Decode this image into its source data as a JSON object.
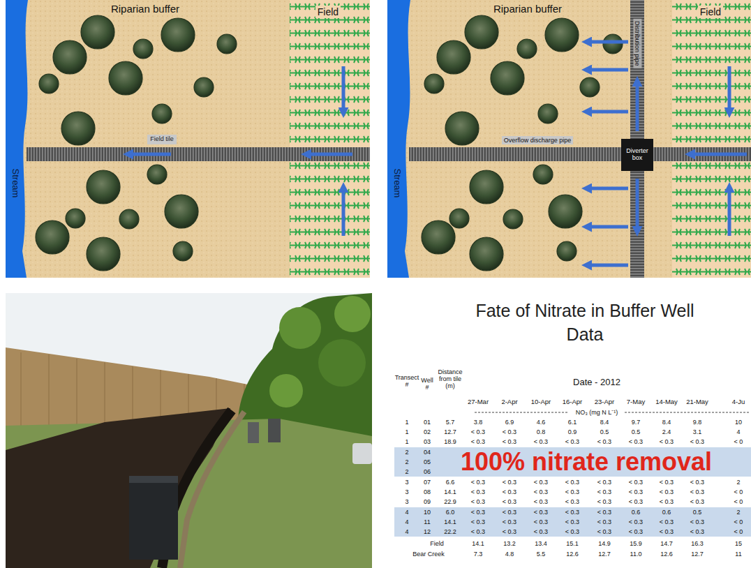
{
  "diagram": {
    "nodes": [
      {
        "text": [
          "Field tile"
        ]
      },
      {
        "text": [
          "Diverter box"
        ]
      }
    ],
    "labels": [
      "Riparian buffer",
      "Field",
      "Stream",
      "Riparian buffer",
      "Field",
      "Stream",
      "Distribution pipe",
      "Overflow discharge pipe",
      "Fate of Nitrate in Buffer Well Data",
      "Transect #",
      "Well #",
      "Distance from tile (m)",
      "Date - 2012",
      "27-Mar",
      "2-Apr",
      "10-Apr",
      "16-Apr",
      "23-Apr",
      "7-May",
      "14-May",
      "21-May",
      "4-Ju",
      "NO₃ (mg N L⁻¹)",
      "1",
      "01",
      "5.7",
      "3.8",
      "6.9",
      "4.6",
      "6.1",
      "8.4",
      "9.7",
      "8.4",
      "9.8",
      "10",
      "1",
      "02",
      "12.7",
      "< 0.3",
      "< 0.3",
      "0.8",
      "0.9",
      "0.5",
      "0.5",
      "2.4",
      "3.1",
      "4",
      "1",
      "03",
      "18.9",
      "< 0.3",
      "< 0.3",
      "< 0.3",
      "< 0.3",
      "< 0.3",
      "< 0.3",
      "< 0.3",
      "< 0.3",
      "< 0",
      "2",
      "04",
      "2",
      "05",
      "2",
      "06",
      "3",
      "07",
      "6.6",
      "< 0.3",
      "< 0.3",
      "< 0.3",
      "< 0.3",
      "< 0.3",
      "< 0.3",
      "< 0.3",
      "< 0.3",
      "2",
      "3",
      "08",
      "14.1",
      "< 0.3",
      "< 0.3",
      "< 0.3",
      "< 0.3",
      "< 0.3",
      "< 0.3",
      "< 0.3",
      "< 0.3",
      "< 0",
      "3",
      "09",
      "22.9",
      "< 0.3",
      "< 0.3",
      "< 0.3",
      "< 0.3",
      "< 0.3",
      "< 0.3",
      "< 0.3",
      "< 0.3",
      "< 0",
      "4",
      "10",
      "6.0",
      "< 0.3",
      "< 0.3",
      "< 0.3",
      "< 0.3",
      "< 0.3",
      "0.6",
      "0.6",
      "0.5",
      "2",
      "4",
      "11",
      "14.1",
      "< 0.3",
      "< 0.3",
      "< 0.3",
      "< 0.3",
      "< 0.3",
      "< 0.3",
      "< 0.3",
      "< 0.3",
      "< 0",
      "4",
      "12",
      "22.2",
      "< 0.3",
      "< 0.3",
      "< 0.3",
      "< 0.3",
      "< 0.3",
      "< 0.3",
      "< 0.3",
      "< 0.3",
      "< 0",
      "Field",
      "14.1",
      "13.2",
      "13.4",
      "15.1",
      "14.9",
      "15.9",
      "14.7",
      "16.3",
      "15",
      "Bear Creek",
      "7.3",
      "4.8",
      "5.5",
      "12.6",
      "12.7",
      "11.0",
      "12.6",
      "12.7",
      "11",
      "100% nitrate removal"
    ]
  }
}
